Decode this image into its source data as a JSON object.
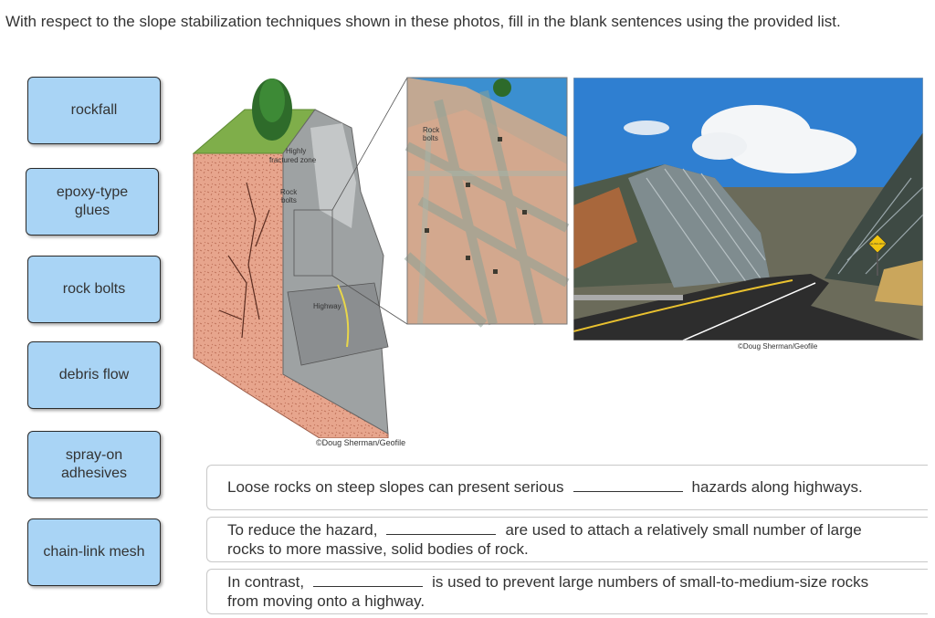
{
  "question": "With respect to the slope stabilization techniques shown in these photos, fill in the blank sentences using the provided list.",
  "choices": [
    {
      "label": "rockfall"
    },
    {
      "label": "epoxy-type glues"
    },
    {
      "label": "rock bolts"
    },
    {
      "label": "debris flow"
    },
    {
      "label": "spray-on adhesives"
    },
    {
      "label": "chain-link mesh"
    }
  ],
  "figure_left": {
    "label_fracture_1": "Highly",
    "label_fracture_2": "fractured zone",
    "label_bolts_1": "Rock",
    "label_bolts_2": "bolts",
    "label_highway": "Highway",
    "inset_label_1": "Rock",
    "inset_label_2": "bolts",
    "credit": "©Doug Sherman/Geofile"
  },
  "figure_right": {
    "sign_text": "FALLING ROCK",
    "credit": "©Doug Sherman/Geofile"
  },
  "sentences": [
    {
      "before": "Loose rocks on steep slopes can present serious",
      "after": "hazards along highways."
    },
    {
      "before": "To reduce the hazard,",
      "after": "are used to attach a relatively small number of large",
      "line2": "rocks to more massive, solid bodies of rock."
    },
    {
      "before": "In contrast,",
      "after": "is used to prevent large numbers of small-to-medium-size rocks",
      "line2": "from moving onto a highway."
    }
  ],
  "colors": {
    "choice_bg": "#a9d4f5",
    "border": "#2b2b2b",
    "sentence_border": "#c8c8c8"
  }
}
